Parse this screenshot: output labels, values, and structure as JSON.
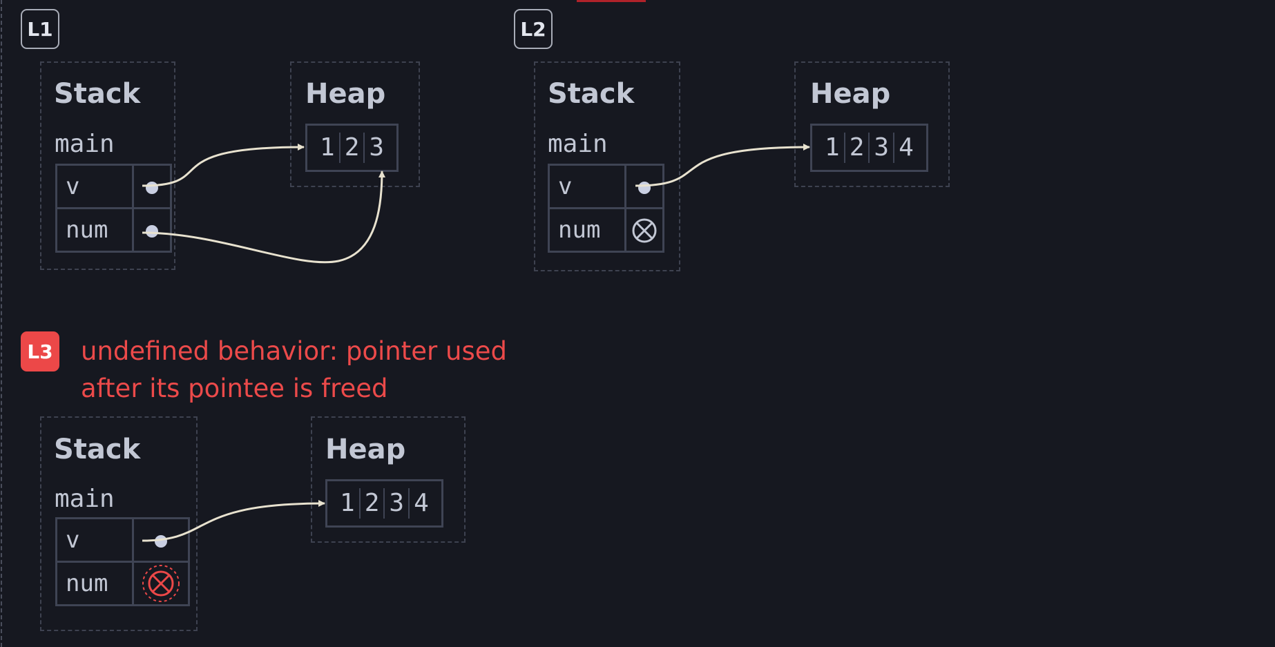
{
  "labels": {
    "l1": "L1",
    "l2": "L2",
    "l3": "L3"
  },
  "error_message": [
    "undefined behavior: pointer used",
    "after its pointee is freed"
  ],
  "panels": [
    {
      "stack_title": "Stack",
      "frame_name": "main",
      "variables": [
        {
          "name": "v",
          "value": "pointer"
        },
        {
          "name": "num",
          "value": "pointer"
        }
      ],
      "heap_title": "Heap",
      "heap_values": [
        "1",
        "2",
        "3"
      ]
    },
    {
      "stack_title": "Stack",
      "frame_name": "main",
      "variables": [
        {
          "name": "v",
          "value": "pointer"
        },
        {
          "name": "num",
          "value": "null"
        }
      ],
      "heap_title": "Heap",
      "heap_values": [
        "1",
        "2",
        "3",
        "4"
      ]
    },
    {
      "stack_title": "Stack",
      "frame_name": "main",
      "variables": [
        {
          "name": "v",
          "value": "pointer"
        },
        {
          "name": "num",
          "value": "invalid"
        }
      ],
      "heap_title": "Heap",
      "heap_values": [
        "1",
        "2",
        "3",
        "4"
      ]
    }
  ],
  "colors": {
    "background": "#161820",
    "arrow": "#e8e2cf",
    "error": "#ec4848",
    "border": "#3f4454"
  },
  "icons": {
    "pointer": "pointer-dot-icon",
    "null": "null-pointer-icon",
    "invalid": "invalid-pointer-icon"
  }
}
